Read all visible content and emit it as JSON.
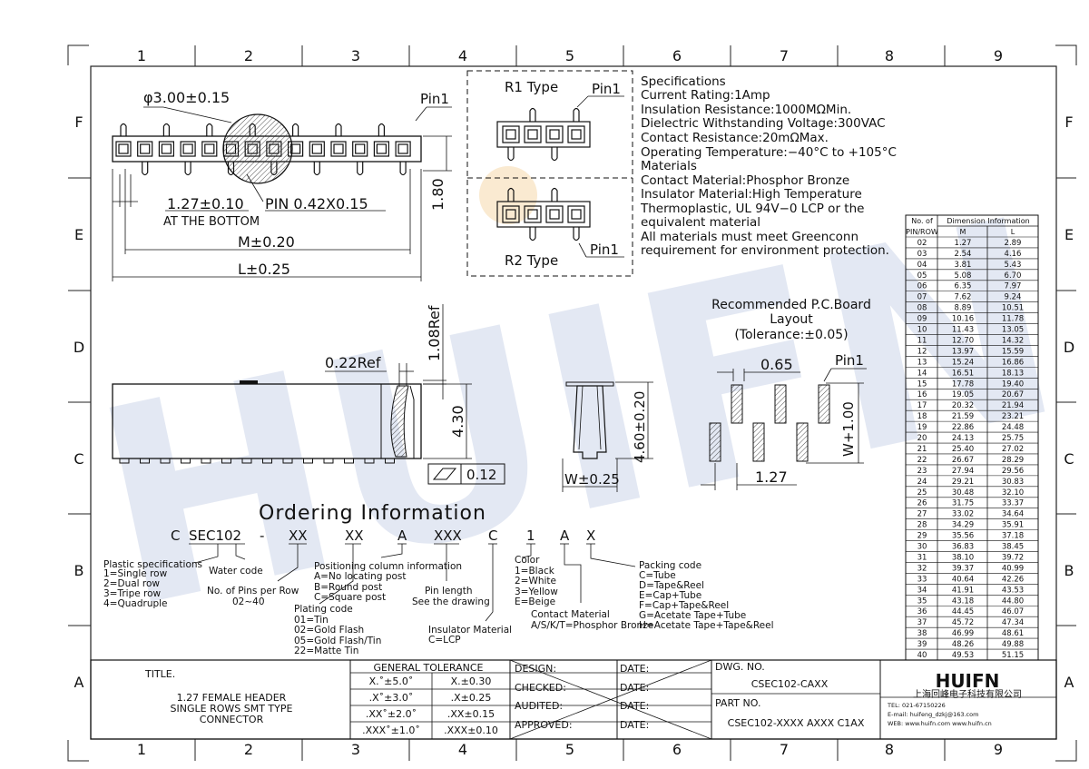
{
  "grid": {
    "columns": [
      "1",
      "2",
      "3",
      "4",
      "5",
      "6",
      "7",
      "8",
      "9"
    ],
    "rows": [
      "F",
      "E",
      "D",
      "C",
      "B",
      "A"
    ]
  },
  "watermark": {
    "text": "HUIFN"
  },
  "top_view": {
    "diameter": "φ3.00±0.15",
    "pin1": "Pin1",
    "pitch": "1.27±0.10",
    "pitch_note": "AT THE BOTTOM",
    "pin_size": "PIN 0.42X0.15",
    "height": "1.80",
    "m_dim": "M±0.20",
    "l_dim": "L±0.25"
  },
  "types": {
    "r1_label": "R1 Type",
    "r1_pin": "Pin1",
    "r2_label": "R2 Type",
    "r2_pin": "Pin1"
  },
  "specifications": [
    "Specifications",
    "Current Rating:1Amp",
    "Insulation Resistance:1000MΩMin.",
    "Dielectric Withstanding Voltage:300VAC",
    "Contact Resistance:20mΩMax.",
    "Operating Temperature:−40°C to +105°C",
    "Materials",
    "Contact Material:Phosphor Bronze",
    "Insulator Material:High Temperature",
    "Thermoplastic, UL 94V−0 LCP or the",
    "equivalent material",
    "All materials must meet Greenconn",
    "requirement for environment protection."
  ],
  "side_view": {
    "ref_1": "1.08Ref",
    "ref_2": "0.22Ref",
    "height": "4.30",
    "flatness": "0.12"
  },
  "end_view": {
    "height": "4.60±0.20",
    "width": "W±0.25"
  },
  "pcb": {
    "title_1": "Recommended P.C.Board",
    "title_2": "Layout",
    "title_3": "(Tolerance:±0.05)",
    "spacing": "0.65",
    "pin1": "Pin1",
    "width": "W+1.00",
    "pitch": "1.27"
  },
  "ordering": {
    "title": "Ordering Information",
    "code": [
      "C",
      "SEC102",
      "-",
      "XX",
      "XX",
      "A",
      "XXX",
      "C",
      "1",
      "A",
      "X"
    ],
    "plastic_spec": [
      "Plastic specifications",
      "1=Single row",
      "2=Dual row",
      "3=Tripe row",
      "4=Quadruple"
    ],
    "water_code": "Water code",
    "pins_per_row": [
      "No. of Pins per Row",
      "02~40"
    ],
    "positioning": [
      "Positioning column information",
      "A=No locating post",
      "B=Round post",
      "C=Square post"
    ],
    "plating": [
      "Plating code",
      "01=Tin",
      "02=Gold Flash",
      "05=Gold Flash/Tin",
      "22=Matte Tin"
    ],
    "pin_length": [
      "Pin length",
      "See the drawing"
    ],
    "insulator": [
      "Insulator Material",
      "C=LCP"
    ],
    "color": [
      "Color",
      "1=Black",
      "2=White",
      "3=Yellow",
      "E=Beige"
    ],
    "contact": [
      "Contact Material",
      "A/S/K/T=Phosphor Bronze"
    ],
    "packing": [
      "Packing code",
      "C=Tube",
      "D=Tape&Reel",
      "E=Cap+Tube",
      "F=Cap+Tape&Reel",
      "G=Acetate Tape+Tube",
      "H=Acetate Tape+Tape&Reel"
    ]
  },
  "dimension_table": {
    "header_pin": [
      "No. of",
      "PIN/ROW"
    ],
    "header_group": "Dimension Information",
    "col_m": "M",
    "col_l": "L",
    "rows": [
      [
        "02",
        "1.27",
        "2.89"
      ],
      [
        "03",
        "2.54",
        "4.16"
      ],
      [
        "04",
        "3.81",
        "5.43"
      ],
      [
        "05",
        "5.08",
        "6.70"
      ],
      [
        "06",
        "6.35",
        "7.97"
      ],
      [
        "07",
        "7.62",
        "9.24"
      ],
      [
        "08",
        "8.89",
        "10.51"
      ],
      [
        "09",
        "10.16",
        "11.78"
      ],
      [
        "10",
        "11.43",
        "13.05"
      ],
      [
        "11",
        "12.70",
        "14.32"
      ],
      [
        "12",
        "13.97",
        "15.59"
      ],
      [
        "13",
        "15.24",
        "16.86"
      ],
      [
        "14",
        "16.51",
        "18.13"
      ],
      [
        "15",
        "17.78",
        "19.40"
      ],
      [
        "16",
        "19.05",
        "20.67"
      ],
      [
        "17",
        "20.32",
        "21.94"
      ],
      [
        "18",
        "21.59",
        "23.21"
      ],
      [
        "19",
        "22.86",
        "24.48"
      ],
      [
        "20",
        "24.13",
        "25.75"
      ],
      [
        "21",
        "25.40",
        "27.02"
      ],
      [
        "22",
        "26.67",
        "28.29"
      ],
      [
        "23",
        "27.94",
        "29.56"
      ],
      [
        "24",
        "29.21",
        "30.83"
      ],
      [
        "25",
        "30.48",
        "32.10"
      ],
      [
        "26",
        "31.75",
        "33.37"
      ],
      [
        "27",
        "33.02",
        "34.64"
      ],
      [
        "28",
        "34.29",
        "35.91"
      ],
      [
        "29",
        "35.56",
        "37.18"
      ],
      [
        "30",
        "36.83",
        "38.45"
      ],
      [
        "31",
        "38.10",
        "39.72"
      ],
      [
        "32",
        "39.37",
        "40.99"
      ],
      [
        "33",
        "40.64",
        "42.26"
      ],
      [
        "34",
        "41.91",
        "43.53"
      ],
      [
        "35",
        "43.18",
        "44.80"
      ],
      [
        "36",
        "44.45",
        "46.07"
      ],
      [
        "37",
        "45.72",
        "47.34"
      ],
      [
        "38",
        "46.99",
        "48.61"
      ],
      [
        "39",
        "48.26",
        "49.88"
      ],
      [
        "40",
        "49.53",
        "51.15"
      ]
    ]
  },
  "title_block": {
    "title_label": "TITLE.",
    "title_lines": [
      "1.27 FEMALE HEADER",
      "SINGLE ROWS SMT TYPE",
      "CONNECTOR"
    ],
    "tolerance_header": "GENERAL TOLERANCE",
    "tolerance": [
      [
        "X.˚±5.0˚",
        "X.±0.30"
      ],
      [
        ".X˚±3.0˚",
        ".X±0.25"
      ],
      [
        ".XX˚±2.0˚",
        ".XX±0.15"
      ],
      [
        ".XXX˚±1.0˚",
        ".XXX±0.10"
      ]
    ],
    "roles": [
      "DESIGN:",
      "CHECKED:",
      "AUDITED:",
      "APPROVED:"
    ],
    "date_label": "DATE:",
    "dwg_label": "DWG. NO.",
    "dwg_value": "CSEC102-CAXX",
    "part_label": "PART NO.",
    "part_value": "CSEC102-XXXX AXXX C1AX",
    "company_logo": "HUIFN",
    "company_name": "上海回峰电子科技有限公司",
    "tel": "TEL: 021-67150226",
    "email": "E-mail: huifeng_dzkj@163.com",
    "web": "WEB: www.huifn.com  www.huifn.cn"
  }
}
